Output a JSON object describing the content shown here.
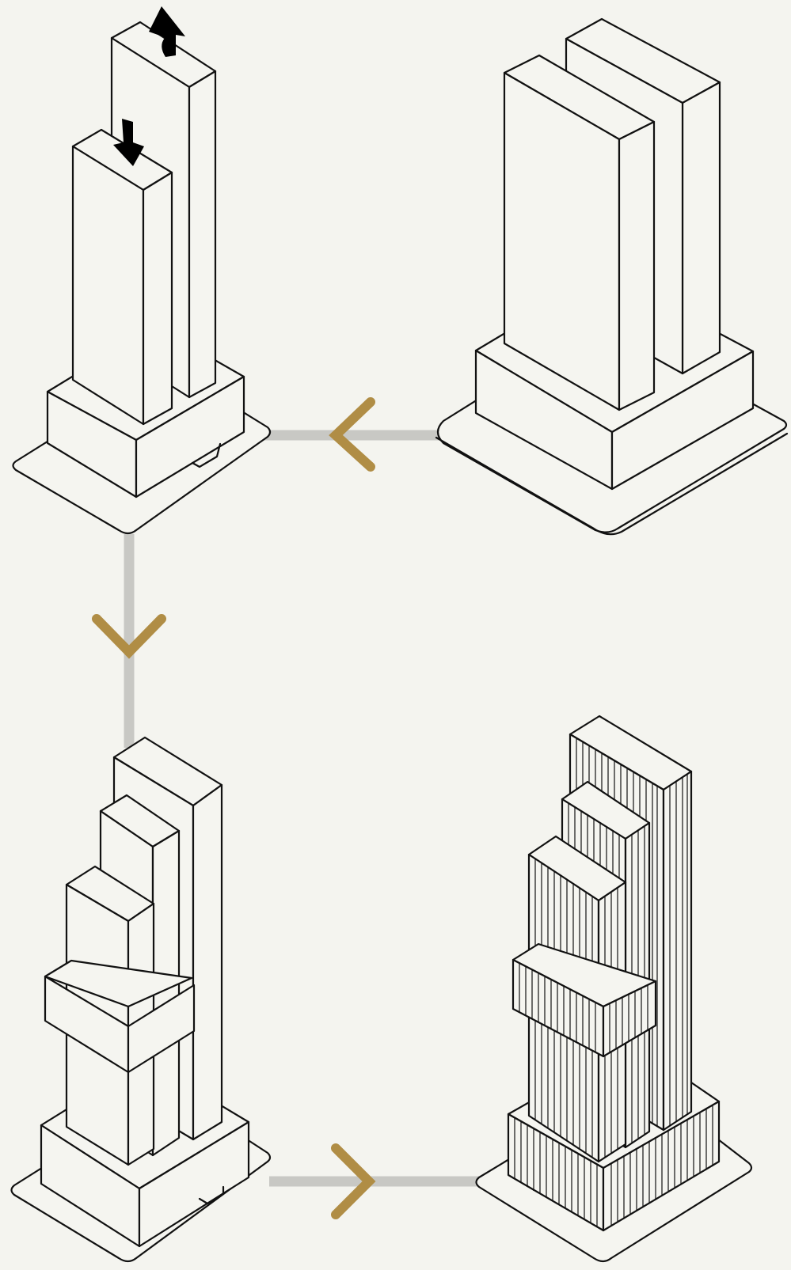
{
  "colors": {
    "background": "#f4f4ef",
    "connector": "#c8c8c4",
    "arrow_accent": "#b08d45",
    "outline": "#111111",
    "face_fill": "#f5f5f0",
    "height_arrows": "#000000"
  },
  "stages": [
    {
      "id": "stage-1",
      "name": "two-slab-massing",
      "position": "top-right"
    },
    {
      "id": "stage-2",
      "name": "shifted-height-massing",
      "position": "top-left"
    },
    {
      "id": "stage-3",
      "name": "stepped-massing",
      "position": "bottom-left"
    },
    {
      "id": "stage-4",
      "name": "articulated-facade-tower",
      "position": "bottom-right"
    }
  ],
  "flow": [
    {
      "from": "stage-1",
      "to": "stage-2",
      "direction": "left"
    },
    {
      "from": "stage-2",
      "to": "stage-3",
      "direction": "down"
    },
    {
      "from": "stage-3",
      "to": "stage-4",
      "direction": "right"
    }
  ],
  "icons": [
    "arrow-up-icon",
    "arrow-down-icon",
    "chevron-left-icon",
    "chevron-down-icon",
    "chevron-right-icon"
  ]
}
